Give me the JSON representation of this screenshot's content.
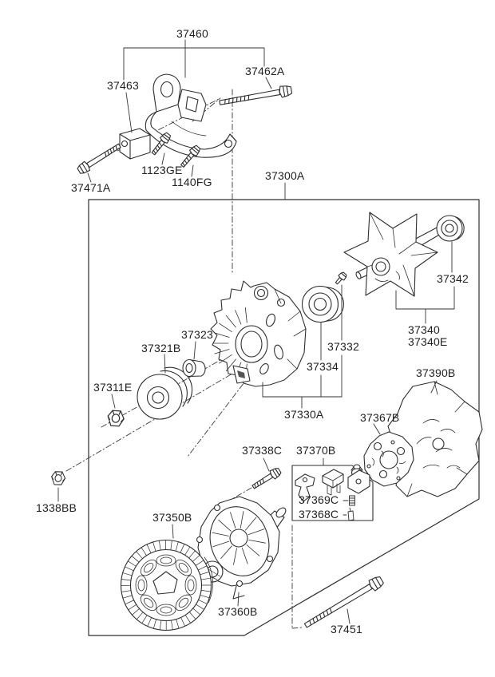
{
  "document": {
    "type": "exploded-parts-diagram",
    "subject": "alternator / generator assembly"
  },
  "colors": {
    "background": "#ffffff",
    "line": "#2e2e2e",
    "text": "#1f1f1f"
  },
  "labels": {
    "p37460": "37460",
    "p37463": "37463",
    "p37462A": "37462A",
    "p1123GE": "1123GE",
    "p1140FG": "1140FG",
    "p37471A": "37471A",
    "p37300A": "37300A",
    "p37342": "37342",
    "p37340": "37340\n37340E",
    "p37332": "37332",
    "p37334": "37334",
    "p37330A": "37330A",
    "p37323": "37323",
    "p37321B": "37321B",
    "p37311E": "37311E",
    "p1338BB": "1338BB",
    "p37390B": "37390B",
    "p37367B": "37367B",
    "p37338C": "37338C",
    "p37370B": "37370B",
    "p37369C": "37369C",
    "p37368C": "37368C",
    "p37350B": "37350B",
    "p37360B": "37360B",
    "p37451": "37451"
  }
}
